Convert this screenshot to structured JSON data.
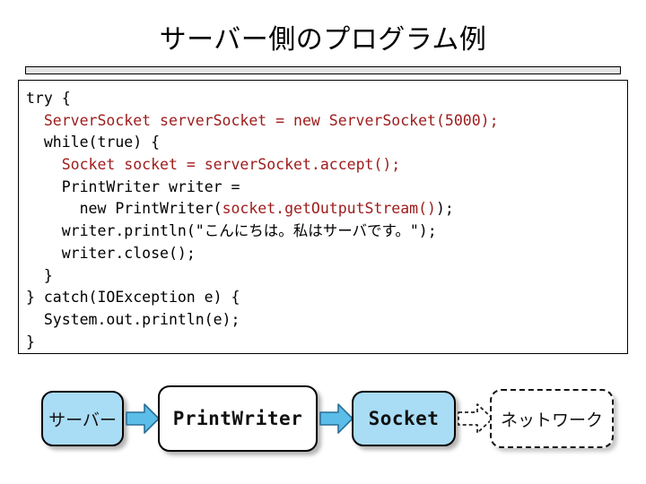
{
  "slide": {
    "title": "サーバー側のプログラム例"
  },
  "code": {
    "language": "java",
    "lines": [
      {
        "indent": 0,
        "segments": [
          {
            "text": "try {",
            "color": "black"
          }
        ]
      },
      {
        "indent": 1,
        "segments": [
          {
            "text": "ServerSocket serverSocket = new ServerSocket(5000);",
            "color": "red"
          }
        ]
      },
      {
        "indent": 1,
        "segments": [
          {
            "text": "while(true) {",
            "color": "black"
          }
        ]
      },
      {
        "indent": 2,
        "segments": [
          {
            "text": "Socket socket = serverSocket.accept();",
            "color": "red"
          }
        ]
      },
      {
        "indent": 2,
        "segments": [
          {
            "text": "PrintWriter writer =",
            "color": "black"
          }
        ]
      },
      {
        "indent": 3,
        "segments": [
          {
            "text": "new PrintWriter(",
            "color": "black"
          },
          {
            "text": "socket.getOutputStream()",
            "color": "red"
          },
          {
            "text": ");",
            "color": "black"
          }
        ]
      },
      {
        "indent": 2,
        "segments": [
          {
            "text": "writer.println(\"こんにちは。私はサーバです。\");",
            "color": "black"
          }
        ]
      },
      {
        "indent": 2,
        "segments": [
          {
            "text": "writer.close();",
            "color": "black"
          }
        ]
      },
      {
        "indent": 1,
        "segments": [
          {
            "text": "}",
            "color": "black"
          }
        ]
      },
      {
        "indent": 0,
        "segments": [
          {
            "text": "} catch(IOException e) {",
            "color": "black"
          }
        ]
      },
      {
        "indent": 1,
        "segments": [
          {
            "text": "System.out.println(e);",
            "color": "black"
          }
        ]
      },
      {
        "indent": 0,
        "segments": [
          {
            "text": "}",
            "color": "black"
          }
        ]
      }
    ]
  },
  "diagram": {
    "nodes": [
      {
        "id": "server",
        "label": "サーバー",
        "style": "blue"
      },
      {
        "id": "pw",
        "label": "PrintWriter",
        "style": "white"
      },
      {
        "id": "socket",
        "label": "Socket",
        "style": "blue"
      },
      {
        "id": "network",
        "label": "ネットワーク",
        "style": "dashed"
      }
    ],
    "arrows": [
      {
        "id": "arrow-1",
        "style": "solid-blue"
      },
      {
        "id": "arrow-2",
        "style": "solid-blue"
      },
      {
        "id": "arrow-3",
        "style": "dashed-outline"
      }
    ]
  },
  "colors": {
    "code_keyword_red": "#9e1b1b",
    "code_text_black": "#000000",
    "node_blue_fill": "#a9dcf5",
    "arrow_blue_fill": "#5bbde8",
    "arrow_blue_stroke": "#2a6f97",
    "rule_fill": "#e3e3e3",
    "background": "#ffffff"
  }
}
